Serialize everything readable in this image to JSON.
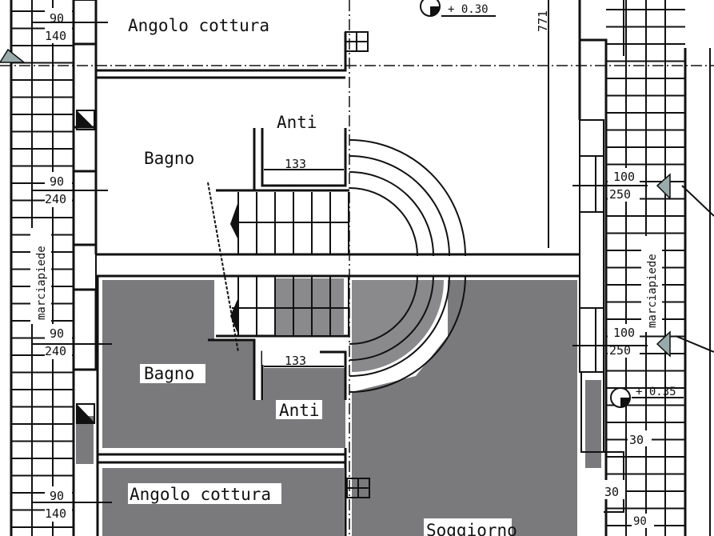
{
  "plan": {
    "rooms": {
      "kitchen_top": "Angolo cottura",
      "bath_top": "Bagno",
      "anti_top": "Anti",
      "bath_bottom": "Bagno",
      "anti_bottom": "Anti",
      "kitchen_bottom": "Angolo cottura",
      "living": "Soggiorno"
    },
    "sidewalk_left": "marciapiede",
    "sidewalk_right": "marciapiede",
    "dimensions": {
      "win_left_1": [
        "90",
        "140"
      ],
      "win_left_2": [
        "90",
        "240"
      ],
      "win_left_3": [
        "90",
        "240"
      ],
      "win_left_4": [
        "90",
        "140"
      ],
      "win_right_1": [
        "100",
        "250"
      ],
      "win_right_2": [
        "100",
        "250"
      ],
      "anti_width_top": "133",
      "anti_width_bottom": "133",
      "height_771": "771",
      "step_30a": "30",
      "step_30b": "30",
      "dim_90": "90"
    },
    "levels": {
      "top": "+ 0.30",
      "right": "+ 0.35"
    },
    "colors": {
      "line": "#111111",
      "fill_gray": "#7a7a7c",
      "paper": "#ffffff"
    }
  }
}
